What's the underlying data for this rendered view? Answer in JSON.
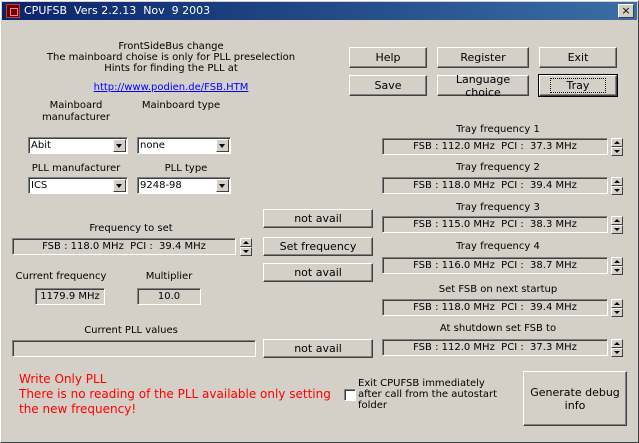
{
  "window": {
    "title": "CPUFSB  Vers 2.2.13  Nov  9 2003",
    "close_label": "×"
  },
  "info": {
    "line1": "FrontSideBus change",
    "line2": "The mainboard choise is only for PLL preselection",
    "line3": "Hints for finding the PLL at",
    "link": "http://www.podien.de/FSB.HTM"
  },
  "buttons": {
    "help": "Help",
    "register": "Register",
    "exit": "Exit",
    "save": "Save",
    "language": "Language choice",
    "tray": "Tray",
    "not_avail_1": "not avail",
    "set_frequency": "Set frequency",
    "not_avail_2": "not avail",
    "not_avail_3": "not avail",
    "debug": "Generate debug info"
  },
  "mainboard": {
    "manufacturer_label_1": "Mainboard",
    "manufacturer_label_2": "manufacturer",
    "manufacturer_value": "Abit",
    "type_label": "Mainboard type",
    "type_value": "none"
  },
  "pll": {
    "manufacturer_label": "PLL manufacturer",
    "manufacturer_value": "ICS",
    "type_label": "PLL type",
    "type_value": "9248-98"
  },
  "frequency": {
    "set_label": "Frequency to set",
    "set_value": "FSB : 118.0 MHz  PCI :  39.4 MHz",
    "current_label": "Current frequency",
    "current_value": "1179.9 MHz",
    "multiplier_label": "Multiplier",
    "multiplier_value": "10.0",
    "pll_values_label": "Current PLL values",
    "pll_values_value": ""
  },
  "tray": [
    {
      "label": "Tray frequency 1",
      "value": "FSB : 112.0 MHz  PCI :  37.3 MHz"
    },
    {
      "label": "Tray frequency 2",
      "value": "FSB : 118.0 MHz  PCI :  39.4 MHz"
    },
    {
      "label": "Tray frequency 3",
      "value": "FSB : 115.0 MHz  PCI :  38.3 MHz"
    },
    {
      "label": "Tray frequency 4",
      "value": "FSB : 116.0 MHz  PCI :  38.7 MHz"
    },
    {
      "label": "Set FSB on next startup",
      "value": "FSB : 118.0 MHz  PCI :  39.4 MHz"
    },
    {
      "label": "At shutdown set FSB to",
      "value": "FSB : 112.0 MHz  PCI :  37.3 MHz"
    }
  ],
  "warning": {
    "line1": "Write Only PLL",
    "line2": "There is no reading of the PLL available only setting",
    "line3": "the new frequency!"
  },
  "autostart": {
    "line1": "Exit CPUFSB immediately",
    "line2": "after call from the autostart",
    "line3": "folder",
    "checked": false
  },
  "colors": {
    "title_start": "#0a246a",
    "title_end": "#3a6ea5",
    "warning": "#ff0000",
    "link": "#0000ff"
  }
}
